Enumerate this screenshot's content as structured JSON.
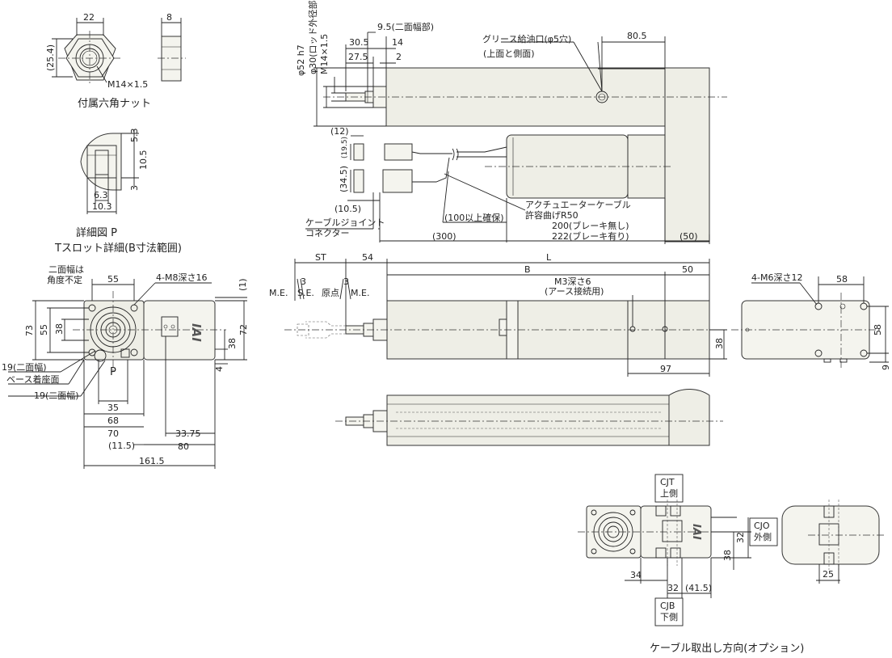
{
  "hex_nut": {
    "width_dim": "22",
    "thick_dim": "8",
    "height_dim": "(25.4)",
    "thread": "M14×1.5",
    "caption": "付属六角ナット"
  },
  "detail_p": {
    "d1": "5.3",
    "d2": "10.5",
    "d3": "3",
    "d4": "6.3",
    "d5": "10.3",
    "caption1": "詳細図 P",
    "caption2": "Tスロット詳細(B寸法範囲)"
  },
  "top_view": {
    "rod_dia": "φ52 h7",
    "rod_outer": "φ30(ロッド外径部)",
    "thread": "M14×1.5",
    "d_30_5": "30.5",
    "d_27_5": "27.5",
    "d_9_5": "9.5(二面幅部)",
    "d_14": "14",
    "d_2": "2",
    "grease_note": "グリース給油口(φ5穴)",
    "grease_sub": "(上面と側面)",
    "d_80_5": "80.5",
    "conn_12": "(12)",
    "conn_19_5": "(19.5)",
    "conn_34_5": "(34.5)",
    "conn_10_5": "(10.5)",
    "cable_note1": "アクチュエーターケーブル",
    "cable_note2": "許容曲げR50",
    "secure": "(100以上確保)",
    "joint1": "ケーブルジョイント",
    "joint2": "コネクター",
    "d_300": "(300)",
    "d_200": "200(ブレーキ無し)",
    "d_222": "222(ブレーキ有り)",
    "d_50": "(50)"
  },
  "front_view": {
    "flat_note1": "二面幅は",
    "flat_note2": "角度不定",
    "d_55_top": "55",
    "m8": "4-M8深さ16",
    "d_1": "(1)",
    "d_73": "73",
    "d_55_left": "55",
    "d_38_left": "38",
    "d_38_right": "38",
    "d_72": "72",
    "d_4": "4",
    "flat19a": "19(二面幅)",
    "base": "ベース着座面",
    "flat19b": "19(二面幅)",
    "p_label": "P",
    "d_35": "35",
    "d_68": "68",
    "d_70": "70",
    "d_11_5": "(11.5)",
    "d_33_75": "33.75",
    "d_80": "80",
    "d_161_5": "161.5",
    "logo": "IAI"
  },
  "side_view": {
    "st": "ST",
    "d_54": "54",
    "l": "L",
    "b": "B",
    "d_50": "50",
    "me_left": "M.E.",
    "d_3a": "3",
    "se": "S.E.",
    "origin": "原点",
    "d_3b": "3",
    "me_right": "M.E.",
    "m3": "M3深さ6",
    "ground": "(アース接続用)",
    "d_38": "38",
    "d_97": "97"
  },
  "end_view": {
    "m6": "4-M6深さ12",
    "d_58_top": "58",
    "d_58_right": "58",
    "d_9": "9"
  },
  "cable_options": {
    "cjt": "CJT",
    "cjt_sub": "上側",
    "cjo": "CJO",
    "cjo_sub": "外側",
    "cjb": "CJB",
    "cjb_sub": "下側",
    "d_32a": "32",
    "d_38": "38",
    "d_34": "34",
    "d_32b": "32",
    "d_41_5": "(41.5)",
    "d_25": "25",
    "caption": "ケーブル取出し方向(オプション)"
  }
}
